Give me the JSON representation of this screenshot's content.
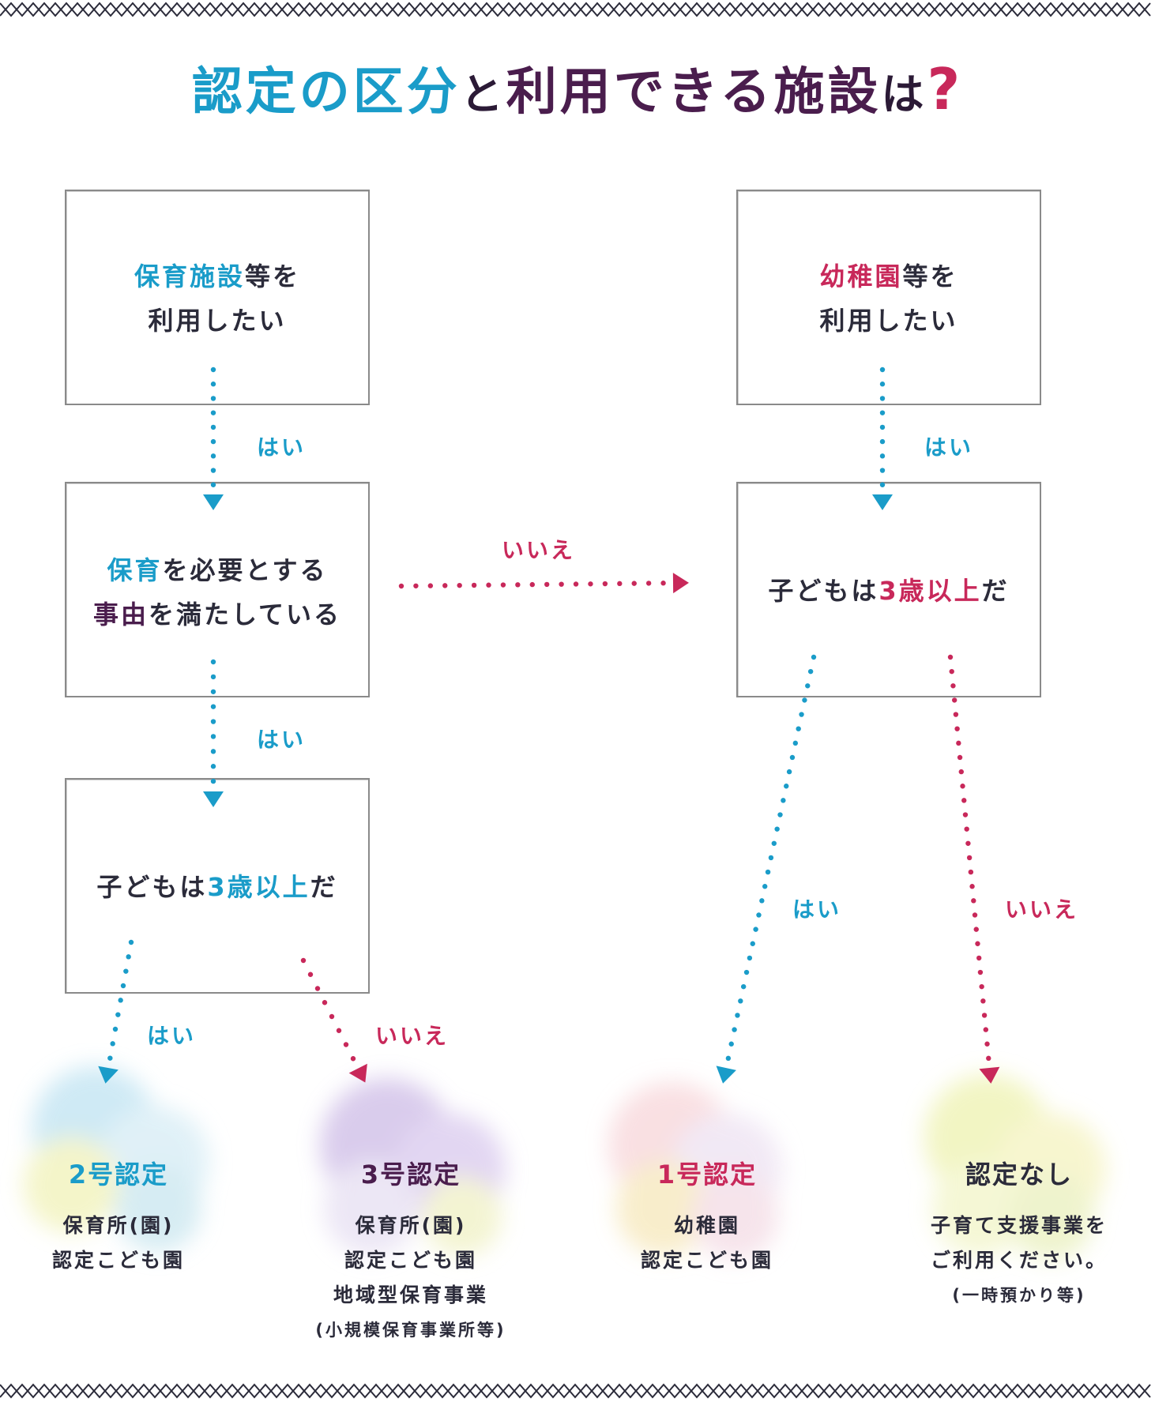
{
  "title": {
    "part1": "認定の区分",
    "part2": "と",
    "part3": "利用できる施設",
    "part4": "は",
    "part5": "?"
  },
  "boxes": {
    "hoiku": {
      "highlight": "保育施設",
      "rest": "等を",
      "line2": "利用したい"
    },
    "yochien": {
      "highlight": "幼稚園",
      "rest": "等を",
      "line2": "利用したい"
    },
    "need": {
      "hl1": "保育",
      "line1_rest": "を必要とする",
      "hl2": "事由",
      "line2_rest": "を満たしている"
    },
    "age_left": {
      "pre": "子どもは",
      "highlight": "3歳以上",
      "post": "だ"
    },
    "age_right": {
      "pre": "子どもは",
      "highlight": "3歳以上",
      "post": "だ"
    }
  },
  "labels": {
    "yes_1": "はい",
    "yes_2": "はい",
    "yes_3": "はい",
    "yes_4": "はい",
    "yes_5": "はい",
    "no_1": "いいえ",
    "no_2": "いいえ",
    "no_3": "いいえ"
  },
  "results": {
    "r2": {
      "title": "2号認定",
      "line1": "保育所(園)",
      "line2": "認定こども園"
    },
    "r3": {
      "title": "3号認定",
      "line1": "保育所(園)",
      "line2": "認定こども園",
      "line3": "地域型保育事業",
      "line4": "(小規模保育事業所等)"
    },
    "r1": {
      "title": "1号認定",
      "line1": "幼稚園",
      "line2": "認定こども園"
    },
    "none": {
      "title": "認定なし",
      "line1": "子育て支援事業を",
      "line2": "ご利用ください。",
      "line3": "(一時預かり等)"
    }
  },
  "colors": {
    "blue": "#1a9cc9",
    "pink": "#c8285a",
    "purple": "#4a1d4d",
    "text": "#2b2b3a"
  }
}
